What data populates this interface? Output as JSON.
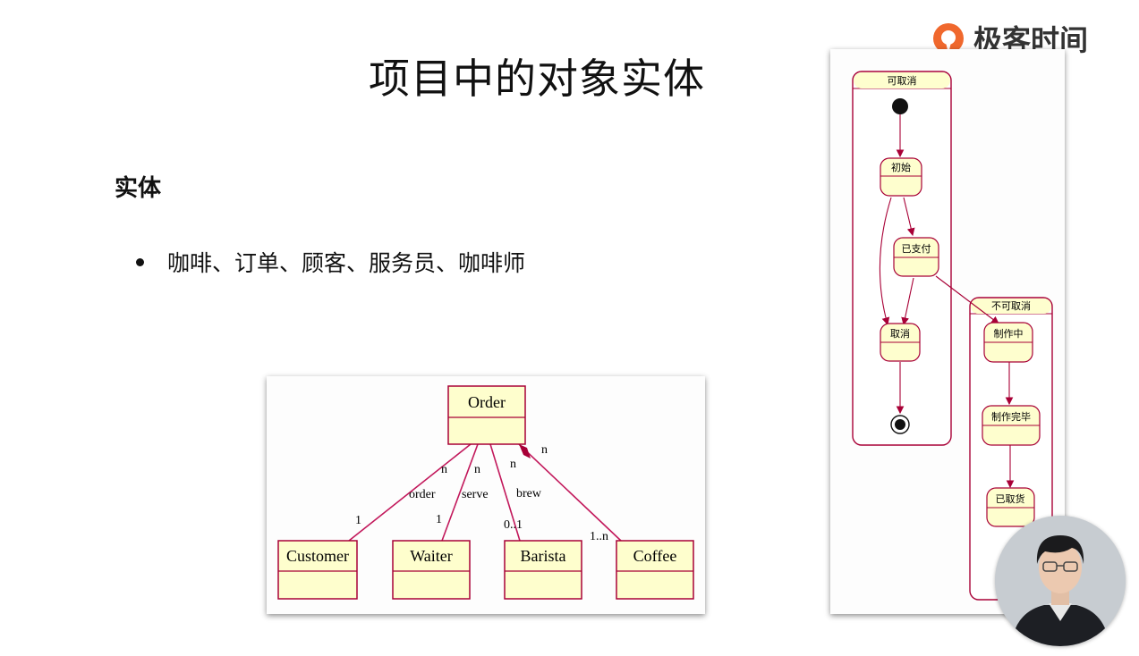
{
  "title": "项目中的对象实体",
  "section_heading": "实体",
  "bullets": [
    "咖啡、订单、顾客、服务员、咖啡师"
  ],
  "logo": {
    "icon": "geekbang-logo-icon",
    "text": "极客时间",
    "color": "#f0682d"
  },
  "class_diagram": {
    "classes": {
      "order": "Order",
      "customer": "Customer",
      "waiter": "Waiter",
      "barista": "Barista",
      "coffee": "Coffee"
    },
    "associations": [
      {
        "name": "order",
        "order_end": "n",
        "other_end": "1"
      },
      {
        "name": "serve",
        "order_end": "n",
        "other_end": "1"
      },
      {
        "name": "brew",
        "order_end": "n",
        "other_end": "0..1"
      },
      {
        "name": "",
        "order_end": "n",
        "other_end": "1..n"
      }
    ],
    "colors": {
      "box_fill": "#fefecd",
      "box_stroke": "#a80036",
      "line": "#c2185b"
    }
  },
  "state_diagram": {
    "cancellable_group": "可取消",
    "non_cancellable_group": "不可取消",
    "states": {
      "initial": "初始",
      "paid": "已支付",
      "cancelled": "取消",
      "making": "制作中",
      "made": "制作完毕",
      "taken": "已取货"
    },
    "colors": {
      "fill": "#fefece",
      "stroke": "#a80036"
    }
  },
  "presenter": {
    "icon": "presenter-video"
  }
}
